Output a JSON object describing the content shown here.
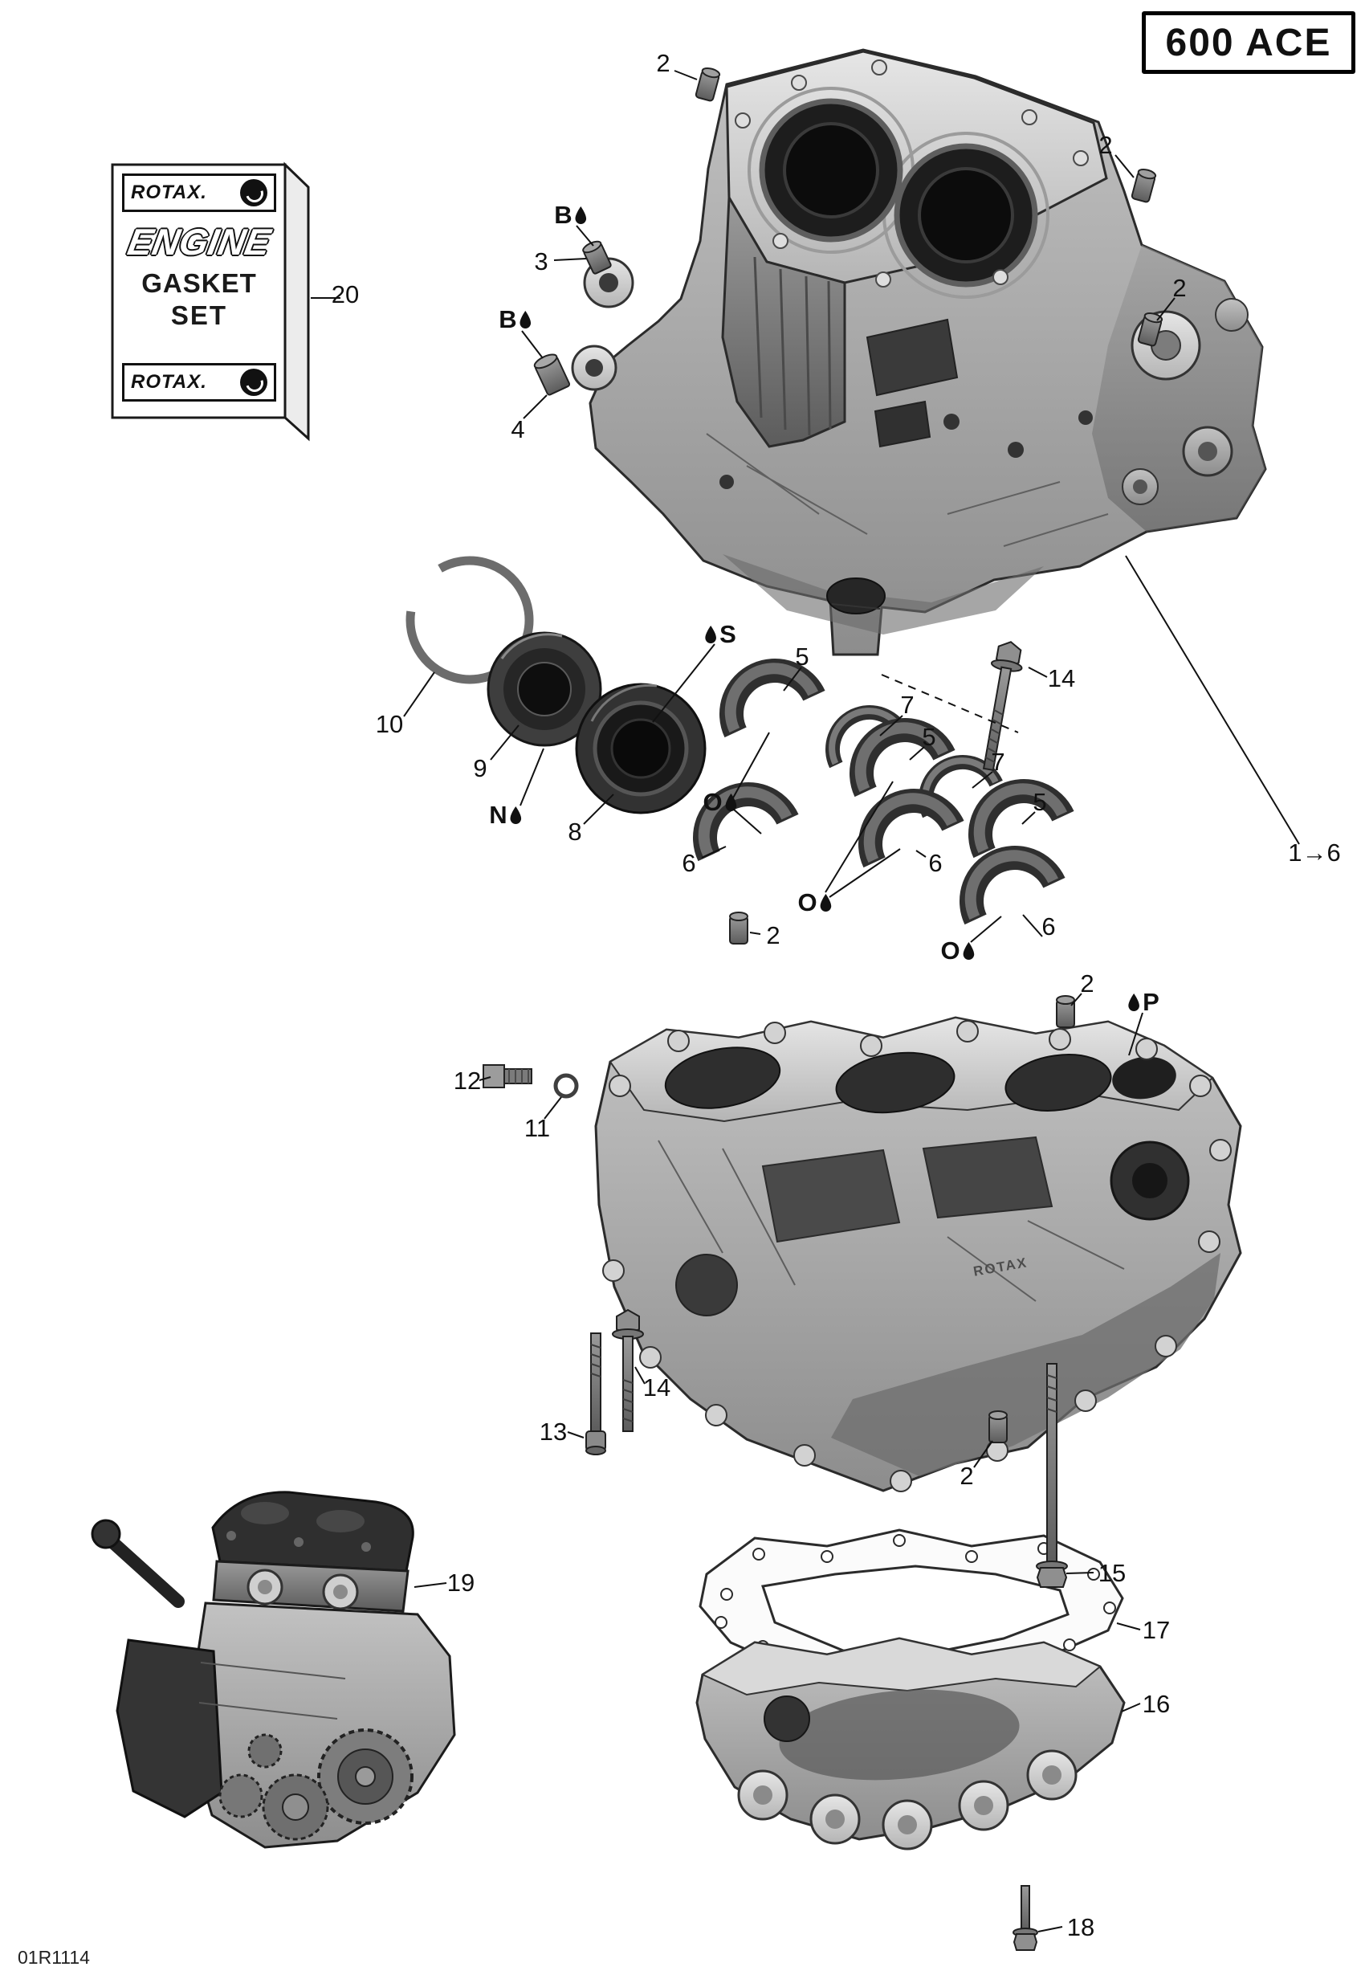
{
  "badge": {
    "model": "600 ACE"
  },
  "doc_code": "01R1114",
  "gasket_kit": {
    "brand_top": "ROTAX.",
    "title_line1": "ENGINE",
    "title_line2": "GASKET",
    "title_line3": "SET",
    "brand_bottom": "ROTAX."
  },
  "casting_mark": "ROTAX",
  "callouts": [
    {
      "label": "2"
    },
    {
      "label": "3"
    },
    {
      "label": "2"
    },
    {
      "label": "2"
    },
    {
      "label": "4"
    },
    {
      "label": "20"
    },
    {
      "label": "10"
    },
    {
      "label": "9"
    },
    {
      "label": "8"
    },
    {
      "label": "5"
    },
    {
      "label": "7"
    },
    {
      "label": "5"
    },
    {
      "label": "7"
    },
    {
      "label": "5"
    },
    {
      "label": "6"
    },
    {
      "label": "6"
    },
    {
      "label": "6"
    },
    {
      "label": "2"
    },
    {
      "label": "2"
    },
    {
      "label": "14"
    },
    {
      "label": "1→6"
    },
    {
      "label": "12"
    },
    {
      "label": "11"
    },
    {
      "label": "13"
    },
    {
      "label": "14"
    },
    {
      "label": "2"
    },
    {
      "label": "15"
    },
    {
      "label": "17"
    },
    {
      "label": "16"
    },
    {
      "label": "19"
    },
    {
      "label": "18"
    }
  ],
  "oil_points": [
    {
      "letter": "B"
    },
    {
      "letter": "B"
    },
    {
      "letter": "S"
    },
    {
      "letter": "N"
    },
    {
      "letter": "O"
    },
    {
      "letter": "O"
    },
    {
      "letter": "O"
    },
    {
      "letter": "P"
    }
  ],
  "colors": {
    "line": "#111111",
    "metal_light": "#e6e6e6",
    "metal_dark": "#2d2d2d"
  }
}
